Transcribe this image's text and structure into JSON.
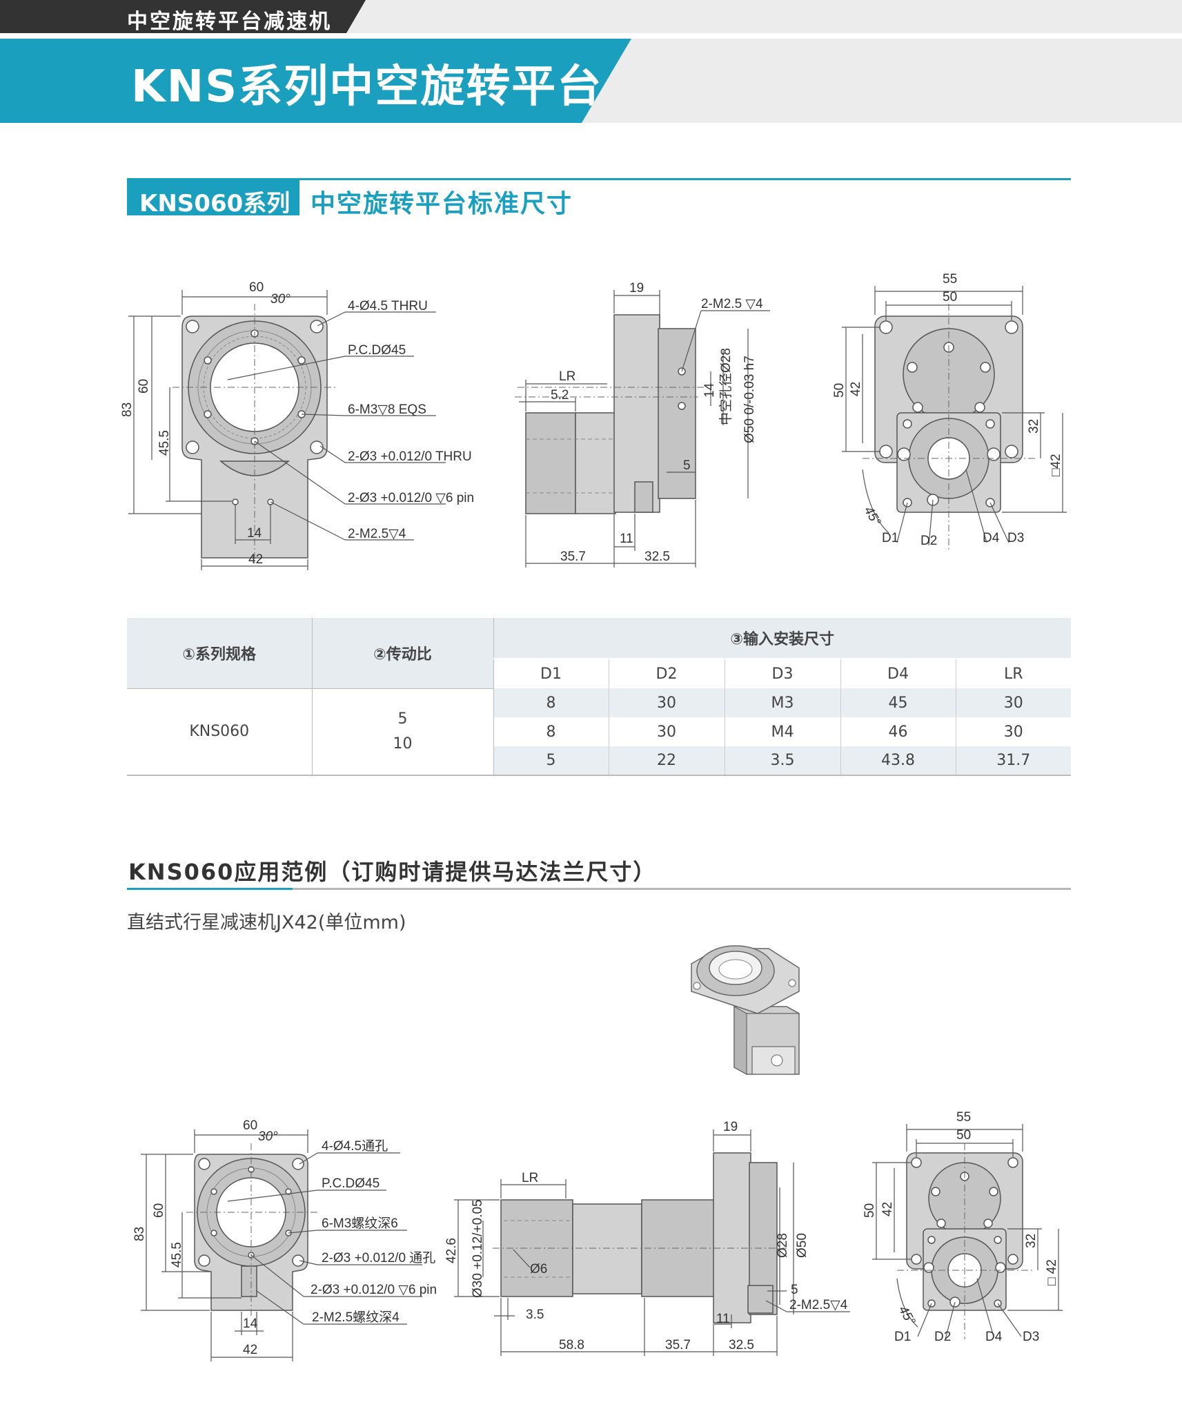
{
  "header": {
    "category": "中空旋转平台减速机",
    "title": "KNS系列中空旋转平台"
  },
  "section1": {
    "tag": "KNS060系列",
    "title": "中空旋转平台标准尺寸"
  },
  "drawing1": {
    "front": {
      "dim_top": "60",
      "angle": "30°",
      "dim_60": "60",
      "dim_83": "83",
      "dim_455": "45.5",
      "dim_14": "14",
      "dim_42": "42",
      "callouts": [
        "4-Ø4.5 THRU",
        "P.C.DØ45",
        "6-M3▽8 EQS",
        "2-Ø3 +0.012/0 THRU",
        "2-Ø3 +0.012/0 ▽6 pin",
        "2-M2.5▽4"
      ]
    },
    "side": {
      "dim_19": "19",
      "dim_lr": "LR",
      "dim_52": "5.2",
      "dim_14": "14",
      "dim_5": "5",
      "dim_11": "11",
      "dim_357": "35.7",
      "dim_325": "32.5",
      "m25": "2-M2.5 ▽4",
      "bore": "中空孔径Ø28",
      "o50": "Ø50 0/-0.03 h7"
    },
    "rear": {
      "dim_55": "55",
      "dim_50": "50",
      "dim_50v": "50",
      "dim_42v": "42",
      "dim_32": "32",
      "dim_sq42": "□42",
      "angle": "45°",
      "d1": "D1",
      "d2": "D2",
      "d4": "D4",
      "d3": "D3"
    }
  },
  "table": {
    "h_model": "①系列规格",
    "h_ratio": "②传动比",
    "h_input": "③输入安装尺寸",
    "columns": [
      "D1",
      "D2",
      "D3",
      "D4",
      "LR"
    ],
    "model": "KNS060",
    "ratio_1": "5",
    "ratio_2": "10",
    "rows": [
      [
        "8",
        "30",
        "M3",
        "45",
        "30"
      ],
      [
        "8",
        "30",
        "M4",
        "46",
        "30"
      ],
      [
        "5",
        "22",
        "3.5",
        "43.8",
        "31.7"
      ]
    ]
  },
  "section2": {
    "title": "KNS060应用范例（订购时请提供马达法兰尺寸）",
    "subtitle": "直结式行星减速机JX42(单位mm)"
  },
  "drawing2": {
    "front": {
      "dim_top": "60",
      "angle": "30°",
      "dim_60": "60",
      "dim_83": "83",
      "dim_455": "45.5",
      "dim_14": "14",
      "dim_42": "42",
      "callouts": [
        "4-Ø4.5通孔",
        "P.C.DØ45",
        "6-M3螺纹深6",
        "2-Ø3 +0.012/0 通孔",
        "2-Ø3 +0.012/0 ▽6 pin",
        "2-M2.5螺纹深4"
      ]
    },
    "side": {
      "dim_19": "19",
      "dim_lr": "LR",
      "dim_426": "42.6",
      "dim_o30": "Ø30 +0.12/+0.05",
      "dim_o6": "Ø6",
      "dim_35": "3.5",
      "dim_588": "58.8",
      "dim_357": "35.7",
      "dim_325": "32.5",
      "dim_11": "11",
      "dim_5": "5",
      "m25": "2-M2.5▽4",
      "o28": "Ø28",
      "o50": "Ø50"
    },
    "rear": {
      "dim_55": "55",
      "dim_50": "50",
      "dim_50v": "50",
      "dim_42v": "42",
      "dim_32": "32",
      "dim_sq42": "□ 42",
      "angle": "45°",
      "d1": "D1",
      "d2": "D2",
      "d4": "D4",
      "d3": "D3"
    }
  }
}
